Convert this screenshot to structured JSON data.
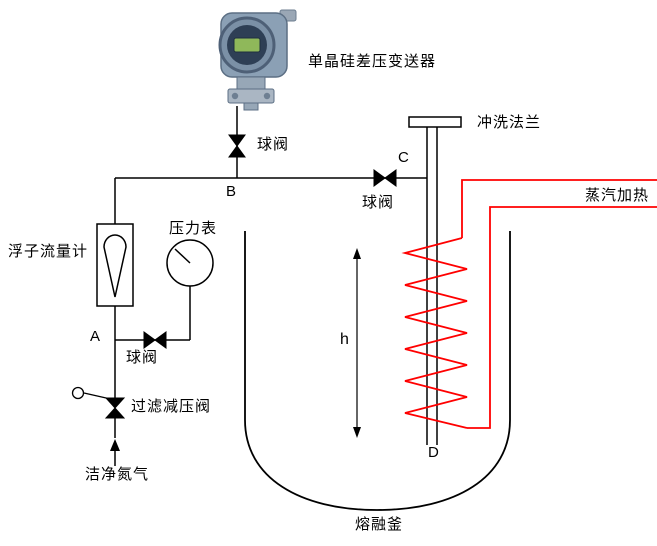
{
  "labels": {
    "transmitter": "单晶硅差压变送器",
    "valve_top": "球阀",
    "valve_right": "球阀",
    "valve_left": "球阀",
    "flush_flange": "冲洗法兰",
    "steam_heating": "蒸汽加热",
    "rotameter": "浮子流量计",
    "pressure_gauge": "压力表",
    "filter_valve": "过滤减压阀",
    "nitrogen": "洁净氮气",
    "kettle": "熔融釜",
    "height": "h"
  },
  "points": {
    "a": "A",
    "b": "B",
    "c": "C",
    "d": "D"
  },
  "colors": {
    "pipe": "#000000",
    "steam": "#ff0000"
  }
}
